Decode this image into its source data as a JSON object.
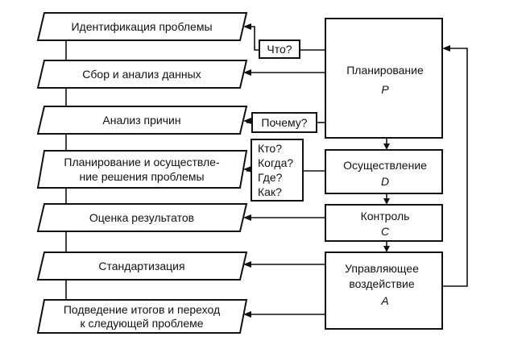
{
  "steps": [
    {
      "line1": "Идентификация проблемы",
      "line2": ""
    },
    {
      "line1": "Сбор и анализ данных",
      "line2": ""
    },
    {
      "line1": "Анализ причин",
      "line2": ""
    },
    {
      "line1": "Планирование и осуществле-",
      "line2": "ние решения проблемы"
    },
    {
      "line1": "Оценка результатов",
      "line2": ""
    },
    {
      "line1": "Стандартизация",
      "line2": ""
    },
    {
      "line1": "Подведение итогов и переход",
      "line2": "к следующей проблеме"
    }
  ],
  "questions": {
    "what": "Что?",
    "why": "Почему?",
    "who": "Кто?",
    "when": "Когда?",
    "where": "Где?",
    "how": "Как?"
  },
  "phases": {
    "plan": {
      "name": "Планирование",
      "letter": "P"
    },
    "do": {
      "name": "Осуществление",
      "letter": "D"
    },
    "check": {
      "name": "Контроль",
      "letter": "C"
    },
    "act": {
      "line1": "Управляющее",
      "line2": "воздействие",
      "letter": "A"
    }
  }
}
